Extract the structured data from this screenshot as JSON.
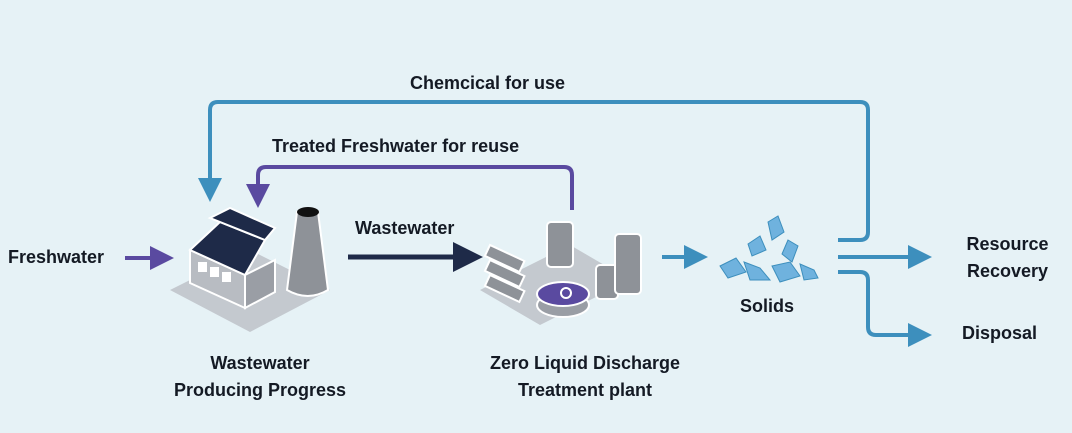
{
  "labels": {
    "chemical": "Chemcical for use",
    "treated": "Treated Freshwater for reuse",
    "freshwater": "Freshwater",
    "wastewater": "Wastewater",
    "process_line1": "Wastewater",
    "process_line2": "Producing Progress",
    "zld_line1": "Zero Liquid Discharge",
    "zld_line2": "Treatment plant",
    "solids": "Solids",
    "recovery_line1": "Resource",
    "recovery_line2": "Recovery",
    "disposal": "Disposal"
  },
  "colors": {
    "background": "#e6f2f6",
    "teal": "#3d8fbd",
    "purple": "#5a4aa0",
    "navy": "#1e2a48"
  },
  "icons": [
    "factory-icon",
    "treatment-plant-icon",
    "solids-pile-icon"
  ]
}
